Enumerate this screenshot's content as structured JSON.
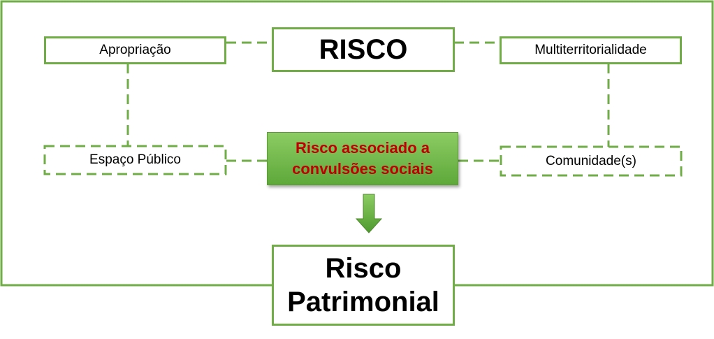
{
  "colors": {
    "frame": "#70ad47",
    "center_fill": "#6fb548",
    "center_text": "#c00000",
    "arrow": "#5ea83a"
  },
  "nodes": {
    "risco": "RISCO",
    "apropriacao": "Apropriação",
    "multiterritorialidade": "Multiterritorialidade",
    "espaco_publico": "Espaço Público",
    "comunidades": "Comunidade(s)",
    "center": {
      "line1": "Risco associado a",
      "line2": "convulsões sociais"
    },
    "patrimonial": {
      "line1": "Risco",
      "line2": "Patrimonial"
    }
  },
  "connectors": [
    {
      "from": "apropriacao",
      "to": "risco",
      "style": "dashed"
    },
    {
      "from": "risco",
      "to": "multiterritorialidade",
      "style": "dashed"
    },
    {
      "from": "apropriacao",
      "to": "espaco_publico",
      "style": "dashed"
    },
    {
      "from": "multiterritorialidade",
      "to": "comunidades",
      "style": "dashed"
    },
    {
      "from": "espaco_publico",
      "to": "center",
      "style": "dashed"
    },
    {
      "from": "center",
      "to": "comunidades",
      "style": "dashed"
    },
    {
      "from": "center",
      "to": "patrimonial",
      "style": "arrow"
    }
  ]
}
